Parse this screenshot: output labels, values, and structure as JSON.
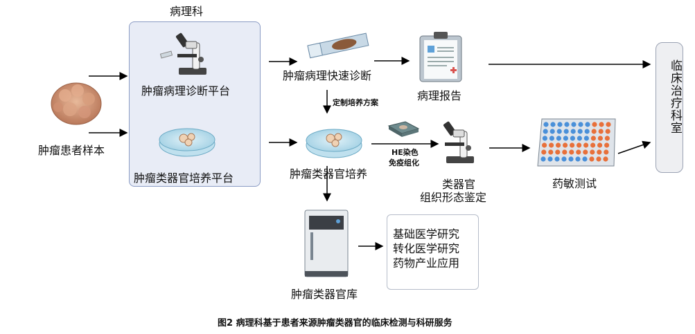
{
  "labels": {
    "dept": "病理科",
    "sample": "肿瘤患者样本",
    "diag_platform": "肿瘤病理诊断平台",
    "culture_platform": "肿瘤类器官培养平台",
    "rapid_diag": "肿瘤病理快速诊断",
    "report": "病理报告",
    "custom_plan": "定制培养方案",
    "organoid_culture": "肿瘤类器官培养",
    "he_stain": "HE染色",
    "ihc": "免疫组化",
    "organoid_line1": "类器官",
    "organoid_line2": "组织形态鉴定",
    "drug_test": "药敏测试",
    "clinical": "临床治疗科室",
    "biobank": "肿瘤类器官库",
    "research": [
      "基础医学研究",
      "转化医学研究",
      "药物产业应用"
    ]
  },
  "caption": "图2 病理科基于患者来源肿瘤类器官的临床检测与科研服务",
  "colors": {
    "panel_bg": "#e8ecf6",
    "panel_border": "#8a9bc4",
    "tissue": "#c9876a",
    "well_blue": "#4a90d9",
    "well_orange": "#e8703a"
  }
}
